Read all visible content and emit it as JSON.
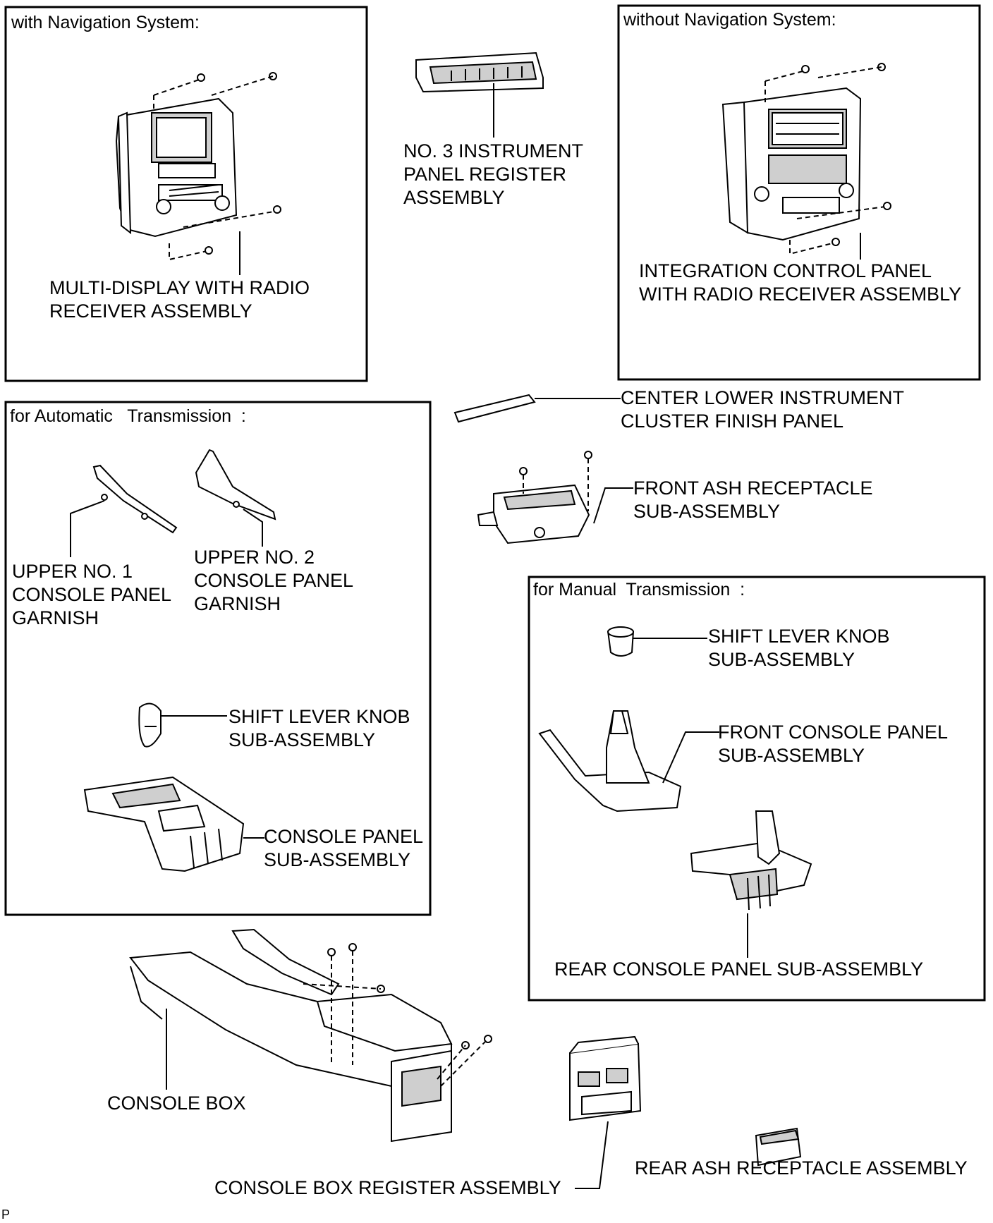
{
  "boxes": {
    "nav": "with Navigation System:",
    "no_nav": "without Navigation System:",
    "auto": "for Automatic   Transmission  :",
    "manual": "for Manual  Transmission  :"
  },
  "labels": {
    "multi_display": [
      "MULTI-DISPLAY WITH RADIO",
      "RECEIVER ASSEMBLY"
    ],
    "no3_register": [
      "NO. 3 INSTRUMENT",
      "PANEL REGISTER",
      "ASSEMBLY"
    ],
    "integration_panel": [
      "INTEGRATION CONTROL PANEL",
      "WITH RADIO RECEIVER ASSEMBLY"
    ],
    "center_lower": [
      "CENTER LOWER INSTRUMENT",
      "CLUSTER FINISH PANEL"
    ],
    "front_ash": [
      "FRONT ASH RECEPTACLE",
      "SUB-ASSEMBLY"
    ],
    "upper_no1": [
      "UPPER NO. 1",
      "CONSOLE PANEL",
      "GARNISH"
    ],
    "upper_no2": [
      "UPPER NO. 2",
      "CONSOLE PANEL",
      "GARNISH"
    ],
    "shift_knob_auto": [
      "SHIFT LEVER KNOB",
      "SUB-ASSEMBLY"
    ],
    "console_panel": [
      "CONSOLE PANEL",
      "SUB-ASSEMBLY"
    ],
    "shift_knob_manual": [
      "SHIFT LEVER KNOB",
      "SUB-ASSEMBLY"
    ],
    "front_console_panel": [
      "FRONT CONSOLE PANEL",
      "SUB-ASSEMBLY"
    ],
    "rear_console_panel": "REAR CONSOLE PANEL SUB-ASSEMBLY",
    "console_box": "CONSOLE BOX",
    "console_box_register": "CONSOLE BOX REGISTER ASSEMBLY",
    "rear_ash": "REAR ASH RECEPTACLE ASSEMBLY"
  },
  "corner_code": "P"
}
